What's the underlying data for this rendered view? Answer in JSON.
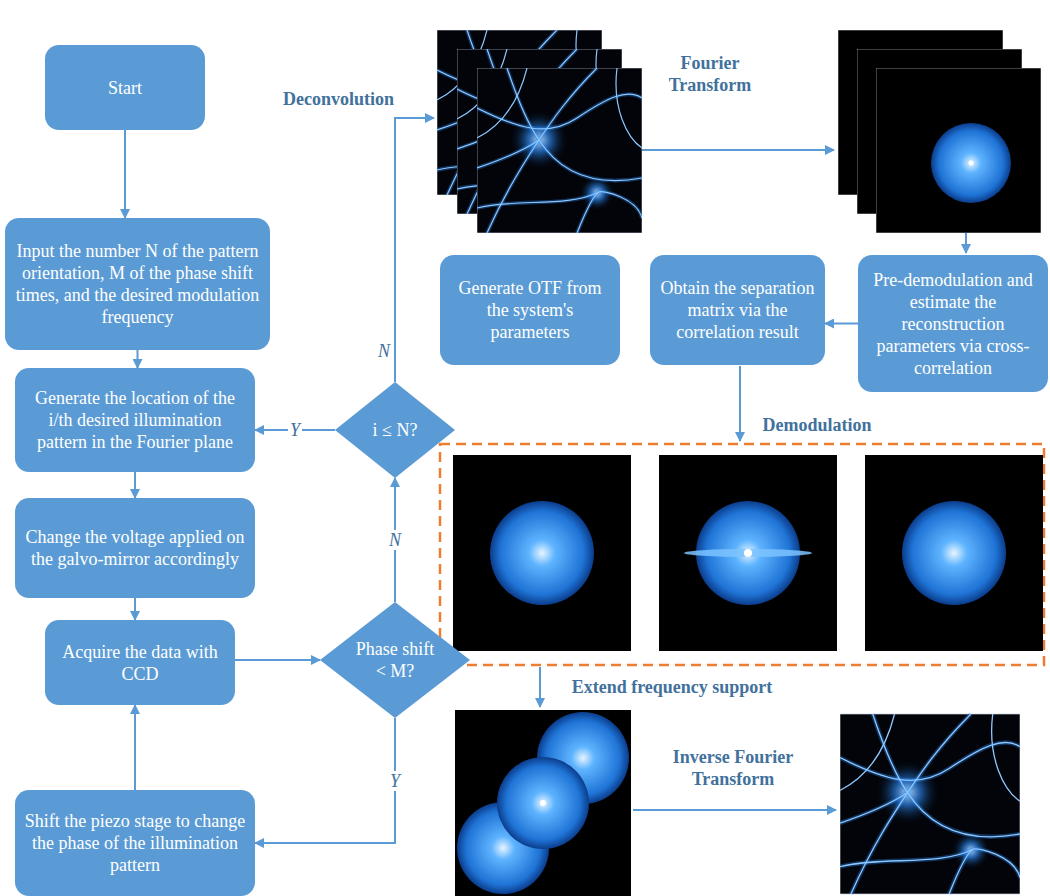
{
  "diagram": {
    "nodes": [
      {
        "text": [
          "Start"
        ]
      },
      {
        "text": [
          "Input the number N of the pattern orientation, M of the phase shift times, and the desired modulation frequency"
        ]
      },
      {
        "text": [
          "Generate the location of the i/th desired illumination pattern in the Fourier plane"
        ]
      },
      {
        "text": [
          "Change the voltage applied on the galvo-mirror accordingly"
        ]
      },
      {
        "text": [
          "Acquire the data with CCD"
        ]
      },
      {
        "text": [
          "Shift the piezo stage to change the phase of the illumination pattern"
        ]
      },
      {
        "text": [
          "Phase shift < M?"
        ]
      },
      {
        "text": [
          "i ≤ N?"
        ]
      },
      {
        "text": [
          "Generate OTF from the system's parameters"
        ]
      },
      {
        "text": [
          "Obtain the separation matrix via the correlation result"
        ]
      },
      {
        "text": [
          "Pre-demodulation and estimate the reconstruction parameters via cross-correlation"
        ]
      }
    ],
    "edges": [
      {
        "from": 0,
        "to": 1,
        "arrow": "to"
      },
      {
        "from": 1,
        "to": 2,
        "arrow": "to"
      },
      {
        "from": 2,
        "to": 3,
        "arrow": "to"
      },
      {
        "from": 3,
        "to": 4,
        "arrow": "to"
      },
      {
        "from": 4,
        "to": 6,
        "arrow": "to"
      },
      {
        "from": 6,
        "to": 7,
        "label": "N",
        "arrow": "to"
      },
      {
        "from": 7,
        "to": 2,
        "label": "Y",
        "arrow": "to"
      },
      {
        "from": 6,
        "to": 5,
        "label": "Y",
        "arrow": "to"
      },
      {
        "from": 5,
        "to": 4,
        "arrow": "to"
      },
      {
        "from": 10,
        "to": 9,
        "arrow": "to"
      }
    ],
    "labels": [
      "Deconvolution",
      "Fourier Transform",
      "N",
      "Demodulation",
      "Extend frequency support",
      "Inverse Fourier Transform"
    ]
  }
}
